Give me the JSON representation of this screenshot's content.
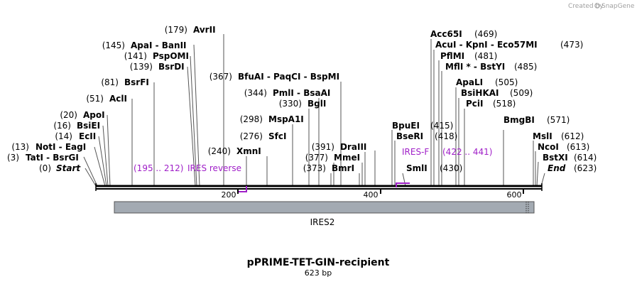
{
  "watermark": "Created by",
  "brand": "SnapGene",
  "title": "pPRIME-TET-GIN-recipient",
  "length_label": "623 bp",
  "feature": {
    "name": "IRES2",
    "color": "#a3aab2"
  },
  "ruler_ticks": [
    "200",
    "400",
    "600"
  ],
  "sites": [
    {
      "name": "Start",
      "pos": "(0)",
      "italic": true
    },
    {
      "name": "TatI  -  BsrGI",
      "pos": "(3)"
    },
    {
      "name": "NotI  -  EagI",
      "pos": "(13)"
    },
    {
      "name": "EcII",
      "pos": "(14)"
    },
    {
      "name": "BsiEI",
      "pos": "(16)"
    },
    {
      "name": "ApoI",
      "pos": "(20)"
    },
    {
      "name": "AclI",
      "pos": "(51)"
    },
    {
      "name": "BsrFI",
      "pos": "(81)"
    },
    {
      "name": "BsrDI",
      "pos": "(139)"
    },
    {
      "name": "PspOMI",
      "pos": "(141)"
    },
    {
      "name": "ApaI  -  BanII",
      "pos": "(145)"
    },
    {
      "name": "AvrII",
      "pos": "(179)"
    },
    {
      "name": "XmnI",
      "pos": "(240)"
    },
    {
      "name": "SfcI",
      "pos": "(276)"
    },
    {
      "name": "MspA1I",
      "pos": "(298)"
    },
    {
      "name": "BglI",
      "pos": "(330)"
    },
    {
      "name": "PmlI  -  BsaAI",
      "pos": "(344)"
    },
    {
      "name": "BfuAI  -  PaqCI  -  BspMI",
      "pos": "(367)"
    },
    {
      "name": "BmrI",
      "pos": "(373)"
    },
    {
      "name": "MmeI",
      "pos": "(377)"
    },
    {
      "name": "DraIII",
      "pos": "(391)"
    },
    {
      "name": "BpuEI",
      "pos": "(415)"
    },
    {
      "name": "BseRI",
      "pos": "(418)"
    },
    {
      "name": "SmlI",
      "pos": "(430)"
    },
    {
      "name": "Acc65I",
      "pos": "(469)"
    },
    {
      "name": "AcuI  -  KpnI  -  Eco57MI",
      "pos": "(473)"
    },
    {
      "name": "PflMI",
      "pos": "(481)"
    },
    {
      "name": "MflI *  -  BstYI",
      "pos": "(485)"
    },
    {
      "name": "ApaLI",
      "pos": "(505)"
    },
    {
      "name": "BsiHKAI",
      "pos": "(509)"
    },
    {
      "name": "PciI",
      "pos": "(518)"
    },
    {
      "name": "BmgBI",
      "pos": "(571)"
    },
    {
      "name": "MslI",
      "pos": "(612)"
    },
    {
      "name": "NcoI",
      "pos": "(613)"
    },
    {
      "name": "BstXI",
      "pos": "(614)"
    },
    {
      "name": "End",
      "pos": "(623)",
      "italic": true
    }
  ],
  "primers": [
    {
      "range": "(195 .. 212)",
      "name": "IRES reverse"
    },
    {
      "name": "IRES-F",
      "range": "(422 .. 441)"
    }
  ]
}
